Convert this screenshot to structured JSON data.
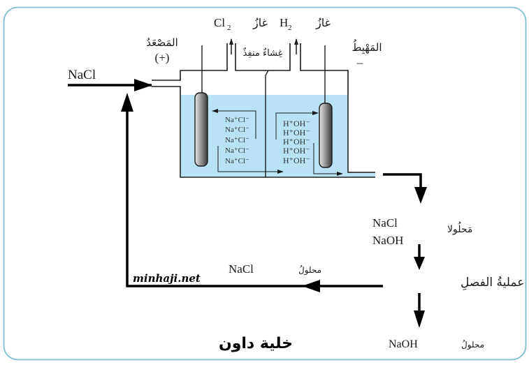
{
  "title": "خلية داون",
  "watermark": "minhaji.net",
  "colors": {
    "frame": "#7fbfd0",
    "electrolyte": "#b9e3f4",
    "line": "#1a1a1a"
  },
  "labels": {
    "nacl_input": "NaCl",
    "anode": "المَصْعَدُ",
    "anode_sign": "(+)",
    "cathode": "المَهْبِطُ",
    "cathode_sign": "–",
    "cl2_gas_word": "غازُ",
    "cl2_formula": "Cl",
    "cl2_sub": "2",
    "h2_gas_word": "غازُ",
    "h2_formula": "H",
    "h2_sub": "2",
    "membrane": "غِشاءٌ منفِذٌ",
    "mixed_solution": "مَحلُولا",
    "mixed_nacl": "NaCl",
    "mixed_naoh": "NaOH",
    "separation": "عمليةُ الفصلِ",
    "recycle_word": "محلولُ",
    "recycle_formula": "NaCl",
    "product_word": "محلولُ",
    "product_formula": "NaOH"
  },
  "anode_ions": [
    "Na⁺Cl⁻",
    "Na⁺Cl⁻",
    "Na⁺Cl⁻",
    "Na⁺Cl⁻",
    "Na⁺Cl⁻"
  ],
  "cathode_ions": [
    "H⁺OH⁻",
    "H⁺OH⁻",
    "H⁺OH⁻",
    "H⁺OH⁻",
    "H⁺OH⁻"
  ]
}
